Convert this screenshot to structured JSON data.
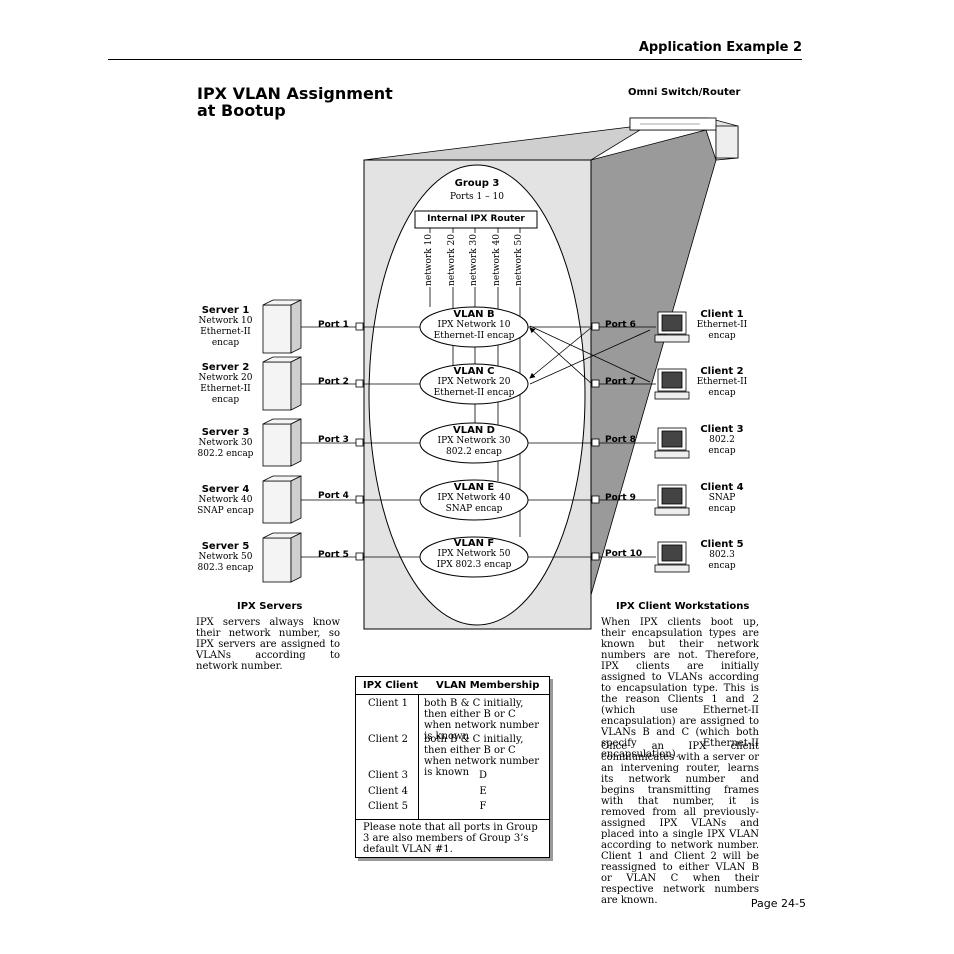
{
  "header": {
    "section": "Application Example 2"
  },
  "title": {
    "line1": "IPX VLAN Assignment",
    "line2": "at Bootup"
  },
  "device_label": "Omni Switch/Router",
  "group": {
    "name": "Group 3",
    "ports": "Ports 1 – 10"
  },
  "router": "Internal IPX Router",
  "networks": [
    "network 10",
    "network 20",
    "network 30",
    "network 40",
    "network 50"
  ],
  "vlans": [
    {
      "name": "VLAN B",
      "line1": "IPX Network 10",
      "line2": "Ethernet-II encap"
    },
    {
      "name": "VLAN C",
      "line1": "IPX Network 20",
      "line2": "Ethernet-II encap"
    },
    {
      "name": "VLAN D",
      "line1": "IPX Network 30",
      "line2": "802.2 encap"
    },
    {
      "name": "VLAN E",
      "line1": "IPX Network 40",
      "line2": "SNAP encap"
    },
    {
      "name": "VLAN F",
      "line1": "IPX Network 50",
      "line2": "IPX 802.3 encap"
    }
  ],
  "servers": [
    {
      "name": "Server 1",
      "desc": [
        "Network 10",
        "Ethernet-II",
        "encap"
      ],
      "port": "Port 1"
    },
    {
      "name": "Server 2",
      "desc": [
        "Network 20",
        "Ethernet-II",
        "encap"
      ],
      "port": "Port 2"
    },
    {
      "name": "Server 3",
      "desc": [
        "Network 30",
        "802.2 encap"
      ],
      "port": "Port 3"
    },
    {
      "name": "Server 4",
      "desc": [
        "Network 40",
        "SNAP encap"
      ],
      "port": "Port 4"
    },
    {
      "name": "Server 5",
      "desc": [
        "Network 50",
        "802.3 encap"
      ],
      "port": "Port 5"
    }
  ],
  "clients": [
    {
      "name": "Client 1",
      "desc": [
        "Ethernet-II",
        "encap"
      ],
      "port": "Port 6"
    },
    {
      "name": "Client 2",
      "desc": [
        "Ethernet-II",
        "encap"
      ],
      "port": "Port 7"
    },
    {
      "name": "Client 3",
      "desc": [
        "802.2",
        "encap"
      ],
      "port": "Port 8"
    },
    {
      "name": "Client 4",
      "desc": [
        "SNAP",
        "encap"
      ],
      "port": "Port 9"
    },
    {
      "name": "Client 5",
      "desc": [
        "802.3",
        "encap"
      ],
      "port": "Port 10"
    }
  ],
  "servers_section": {
    "heading": "IPX Servers",
    "text": "IPX servers always know their network number, so IPX servers are assigned to VLANs according to network number."
  },
  "clients_section": {
    "heading": "IPX Client Workstations",
    "para1": "When IPX clients boot up, their encapsulation types are known but their network numbers are not. Therefore, IPX clients are initially assigned to VLANs according to encapsulation type. This is the reason Clients 1 and 2 (which use Ethernet-II encapsulation) are assigned to VLANs B and C (which both specify Ethernet-II encapsulation).",
    "para2": "Once an IPX client communicates with a server or an intervening router, learns its network number and begins transmitting frames with that number, it is removed from all previously-assigned IPX VLANs and placed into a single IPX VLAN according to network number. Client 1 and Client 2 will be reassigned to either VLAN B or VLAN C when their respective network numbers are known."
  },
  "table": {
    "headers": [
      "IPX Client",
      "VLAN Membership"
    ],
    "rows": [
      {
        "client": "Client 1",
        "membership": "both B & C initially, then either B or C when network number is known"
      },
      {
        "client": "Client 2",
        "membership": "both B & C initially, then either B or C when network number is known"
      },
      {
        "client": "Client 3",
        "membership": "D"
      },
      {
        "client": "Client 4",
        "membership": "E"
      },
      {
        "client": "Client 5",
        "membership": "F"
      }
    ],
    "note": "Please note that all ports in Group 3 are also members of Group 3’s default VLAN #1."
  },
  "footer": {
    "page": "Page 24-5"
  }
}
